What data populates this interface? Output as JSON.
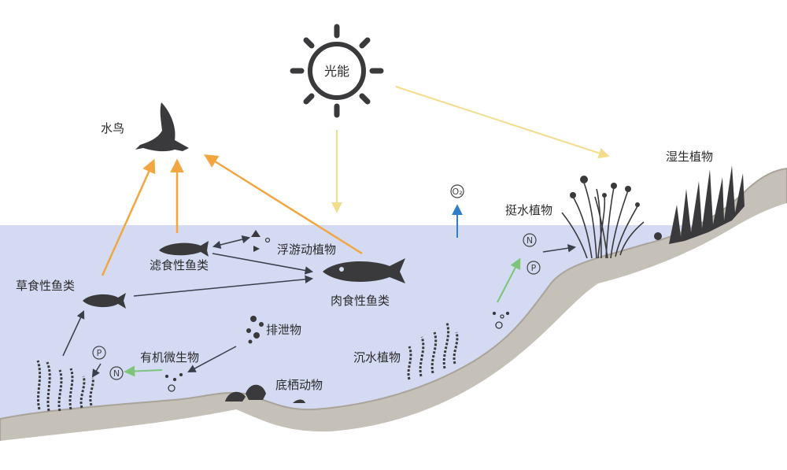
{
  "sun": {
    "label": "光能",
    "icon": "sun-icon"
  },
  "labels": {
    "waterbird": "水鸟",
    "filter_fish": "滤食性鱼类",
    "plankton": "浮游动植物",
    "herbivore_fish": "草食性鱼类",
    "carnivore_fish": "肉食性鱼类",
    "excrement": "排泄物",
    "microbes": "有机微生物",
    "submerged_plants": "沉水植物",
    "benthic_animals": "底栖动物",
    "emergent_plants": "挺水植物",
    "wetland_plants": "湿生植物"
  },
  "nutrients": {
    "n": "N",
    "p": "P",
    "o2": "O₂"
  },
  "colors": {
    "water": "#d3daf2",
    "bank": "#c5c0b8",
    "bank_edge": "#a9a39a",
    "silhouette": "#3a3a3c",
    "arrow_orange": "#f2a640",
    "arrow_yellow": "#f3dc8a",
    "arrow_dark": "#3b3f4a",
    "arrow_green": "#7cc47a",
    "arrow_blue": "#2f7fc8"
  }
}
